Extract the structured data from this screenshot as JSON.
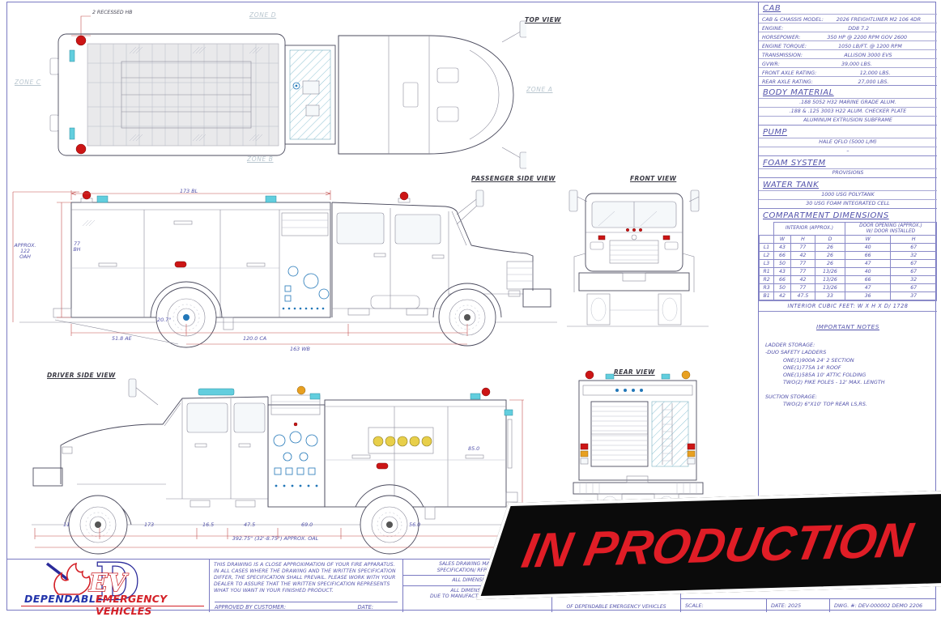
{
  "banner": {
    "text": "IN PRODUCTION"
  },
  "views": {
    "top": "TOP VIEW",
    "passenger": "PASSENGER SIDE VIEW",
    "front": "FRONT VIEW",
    "driver": "DRIVER SIDE VIEW",
    "rear": "REAR VIEW"
  },
  "zones": {
    "a": "ZONE A",
    "b": "ZONE B",
    "c": "ZONE C",
    "d": "ZONE D"
  },
  "callouts": {
    "recessed": "2 RECESSED HB"
  },
  "dims": {
    "passenger": {
      "bl": "173 BL",
      "bh1": "77",
      "bh2": "BH",
      "oah1": "APPROX.",
      "oah2": "122",
      "oah3": "OAH",
      "angle": "20.7°",
      "ae": "51.8 AE",
      "ca": "120.0 CA",
      "wb": "163 WB"
    },
    "driver": {
      "s1": "11",
      "s2": "173",
      "s3": "16.5",
      "s4": "47.5",
      "s5": "69.0",
      "s6": "56.0",
      "oal": "392.75\" (32'-8.75\") APPROX. OAL",
      "rear_height": "85.0"
    }
  },
  "panel": {
    "cab": {
      "title": "CAB",
      "rows": [
        {
          "label": "CAB & CHASSIS MODEL:",
          "value": "2026 FREIGHTLINER M2 106 4DR"
        },
        {
          "label": "ENGINE:",
          "value": "DD8 7.2"
        },
        {
          "label": "HORSEPOWER:",
          "value": "350 HP @ 2200 RPM GOV 2600"
        },
        {
          "label": "ENGINE TORQUE:",
          "value": "1050 LB/FT. @ 1200 RPM"
        },
        {
          "label": "TRANSMISSION:",
          "value": "ALLISON 3000 EVS"
        },
        {
          "label": "GVWR:",
          "value": "39,000 LBS."
        },
        {
          "label": "FRONT AXLE RATING:",
          "value": "12,000 LBS."
        },
        {
          "label": "REAR AXLE RATING:",
          "value": "27,000 LBS."
        }
      ]
    },
    "body_material": {
      "title": "BODY MATERIAL",
      "rows": [
        ".188 5052 H32 MARINE GRADE ALUM.",
        ".188 & .125 3003 H22 ALUM. CHECKER PLATE",
        "ALUMINUM EXTRUSION SUBFRAME"
      ]
    },
    "pump": {
      "title": "PUMP",
      "rows": [
        "HALE QFLO (5000 L/M)",
        "–"
      ]
    },
    "foam": {
      "title": "FOAM SYSTEM",
      "rows": [
        "PROVISIONS"
      ]
    },
    "water": {
      "title": "WATER TANK",
      "rows": [
        "1000 USG POLYTANK",
        "30 USG FOAM INTEGRATED CELL"
      ]
    },
    "compartments": {
      "title": "COMPARTMENT DIMENSIONS",
      "interior_header": "INTERIOR (APPROX.)",
      "door_header_1": "DOOR OPENING (APPROX.)",
      "door_header_2": "W/ DOOR INSTALLED",
      "cols": {
        "w": "W",
        "h": "H",
        "d": "D",
        "dw": "W",
        "dh": "H"
      },
      "rows": [
        [
          "L1",
          "43",
          "77",
          "26",
          "40",
          "67"
        ],
        [
          "L2",
          "66",
          "42",
          "26",
          "66",
          "32"
        ],
        [
          "L3",
          "50",
          "77",
          "26",
          "47",
          "67"
        ],
        [
          "R1",
          "43",
          "77",
          "13/26",
          "40",
          "67"
        ],
        [
          "R2",
          "66",
          "42",
          "13/26",
          "66",
          "32"
        ],
        [
          "R3",
          "50",
          "77",
          "13/26",
          "47",
          "67"
        ],
        [
          "B1",
          "42",
          "47.5",
          "33",
          "36",
          "37"
        ]
      ],
      "footer": "INTERIOR CUBIC FEET:  W X H X D/ 1728"
    },
    "important_notes": {
      "title": "IMPORTANT NOTES",
      "lines": [
        "LADDER STORAGE:",
        "-DUO SAFETY LADDERS",
        "ONE(1)900A 24' 2 SECTION",
        "ONE(1)775A 14' ROOF",
        "ONE(1)585A 10' ATTIC FOLDING",
        "TWO(2) PIKE POLES - 12' MAX. LENGTH"
      ],
      "lines2": [
        "SUCTION STORAGE:",
        "TWO(2) 6\"X10' TOP REAR LS,RS."
      ]
    }
  },
  "titleblock": {
    "logo": {
      "word1": "DEPENDABLE",
      "word2": "EMERGENCY VEHICLES"
    },
    "disclaimer": "THIS DRAWING IS A CLOSE APPROXIMATION OF YOUR FIRE APPARATUS. IN ALL CASES WHERE THE DRAWING AND THE WRITTEN SPECIFICATION DIFFER, THE SPECIFICATION SHALL PREVAIL. PLEASE WORK WITH YOUR DEALER TO ASSURE THAT THE WRITTEN SPECIFICATION REPRESENTS  WHAT YOU WANT IN YOUR FINISHED PRODUCT.",
    "approved_label": "APPROVED BY CUSTOMER:",
    "date_label": "DATE:",
    "sales_note_1": "SALES DRAWING MAY NOT REF",
    "sales_note_2": "SPECIFICATION/ RFP AND/ OR TH",
    "dims_note_1": "ALL DIMENSIONS AR",
    "dims_note_2a": "ALL DIMENSIONS ARE",
    "dims_note_2b": "DUE TO MANUFACTURING PROCESSES",
    "property_note": "OF DEPENDABLE EMERGENCY VEHICLES",
    "scale_label": "SCALE:",
    "date_label2": "DATE:",
    "date_value": "2025",
    "dwg_label": "DWG. #:",
    "dwg_value": "DEV-000002 DEMO 2206"
  }
}
